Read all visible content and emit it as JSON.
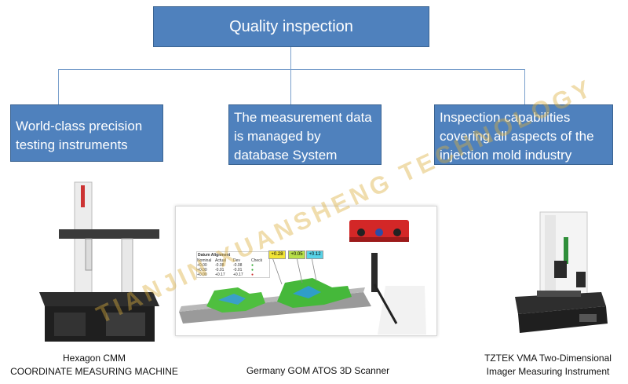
{
  "diagram": {
    "root": {
      "label": "Quality inspection"
    },
    "children": [
      {
        "label": "World-class precision testing instruments"
      },
      {
        "label": "The measurement data is managed by database System"
      },
      {
        "label": "Inspection capabilities covering all aspects of the injection mold industry"
      }
    ]
  },
  "figures": {
    "cmm": {
      "caption_line1": "Hexagon CMM",
      "caption_line2": "COORDINATE MEASURING MACHINE"
    },
    "scanner": {
      "caption": "Germany GOM ATOS 3D Scanner",
      "table_title": "Datum Alignment",
      "table_headers": [
        "Nominal",
        "Actual",
        "Dev",
        "Check"
      ],
      "table_rows": [
        [
          "+0.00",
          "-0.08",
          "-0.08"
        ],
        [
          "+0.00",
          "-0.01",
          "-0.01"
        ],
        [
          "+0.00",
          "+0.17",
          "+0.17"
        ]
      ],
      "tags": [
        "+0.28",
        "+0.05",
        "+0.12"
      ]
    },
    "vma": {
      "caption_line1": "TZTEK VMA Two-Dimensional",
      "caption_line2": "Imager Measuring Instrument"
    }
  },
  "watermark": "TIANJIN XUANSHENG TECHNOLOGY",
  "colors": {
    "box_fill": "#4f81bd",
    "connector": "#7aa0cc",
    "watermark": "#dcaf3c"
  }
}
